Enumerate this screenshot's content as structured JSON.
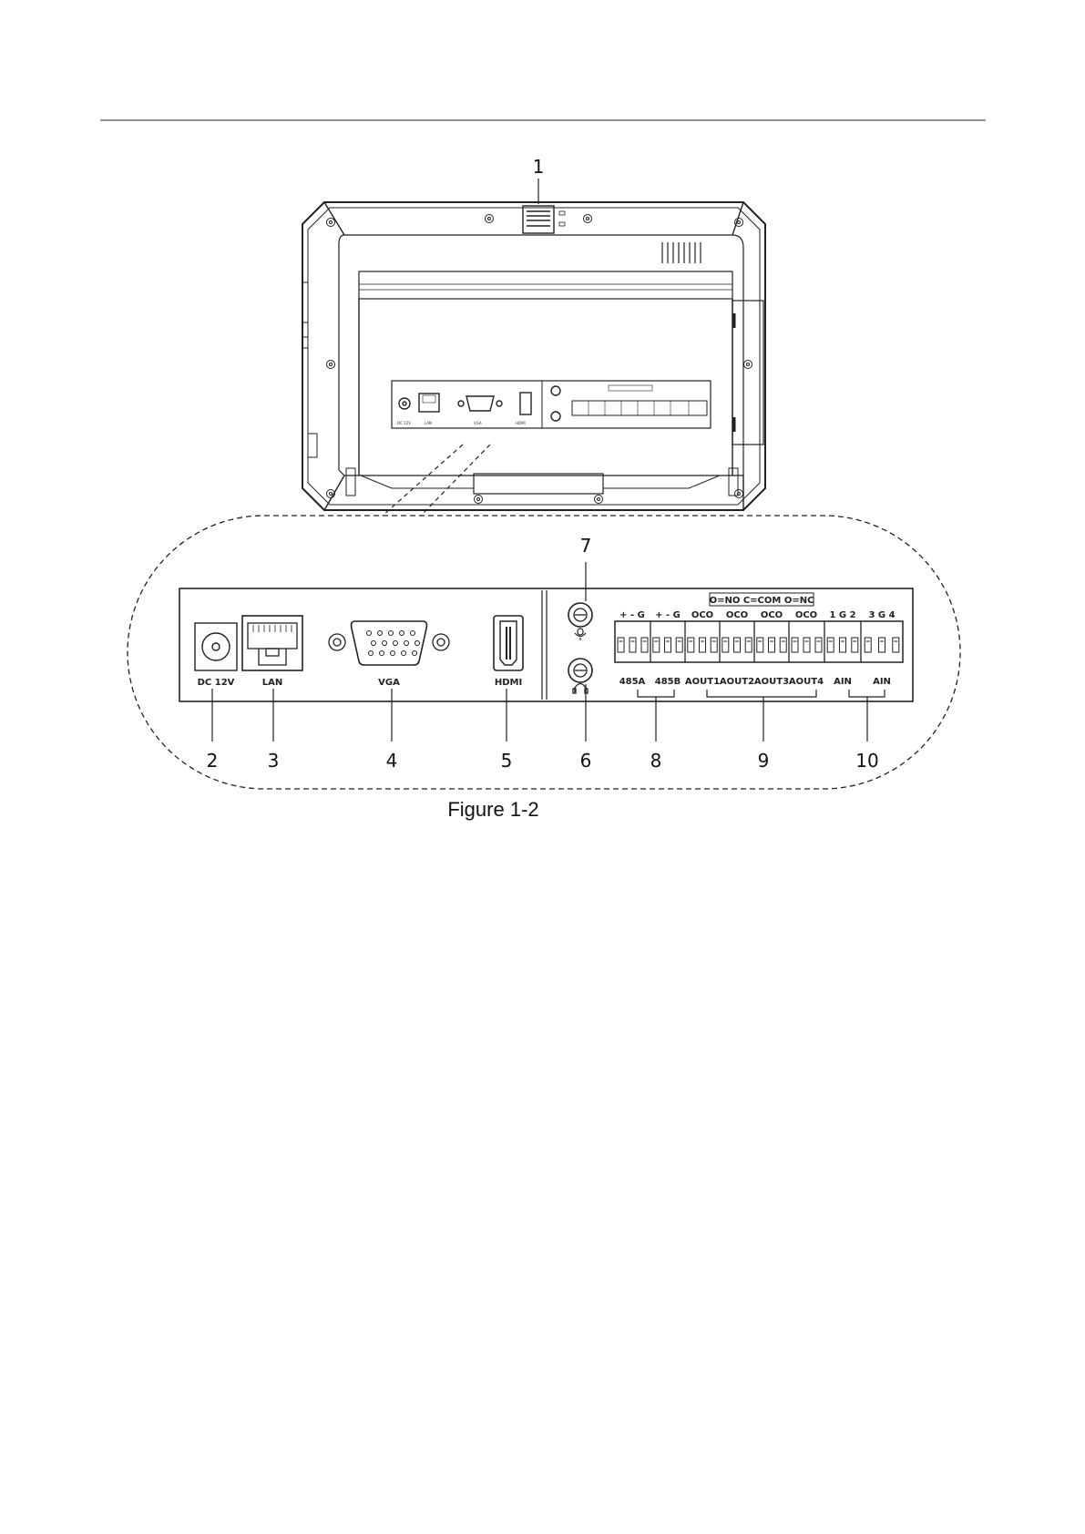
{
  "caption": "Figure 1-2",
  "callouts": [
    "1",
    "2",
    "3",
    "4",
    "5",
    "6",
    "7",
    "8",
    "9",
    "10"
  ],
  "ports": {
    "dc": "DC 12V",
    "lan": "LAN",
    "vga": "VGA",
    "hdmi": "HDMI",
    "terminal_legend": "O=NO C=COM O=NC",
    "rs485_pins": [
      "+ - G",
      "+ - G"
    ],
    "relay_pins": [
      "OCO",
      "OCO",
      "OCO",
      "OCO"
    ],
    "alarm_in_pins": [
      "1 G 2",
      "3 G 4"
    ],
    "terminal_labels": [
      "485A",
      "485B",
      "AOUT1",
      "AOUT2",
      "AOUT3",
      "AOUT4",
      "AIN",
      "AIN"
    ]
  }
}
